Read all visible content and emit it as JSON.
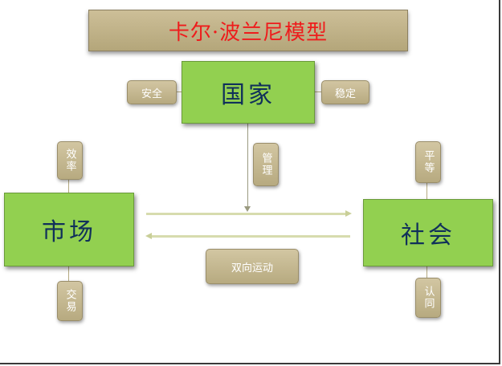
{
  "title": "卡尔·波兰尼模型",
  "nodes": {
    "state": "国家",
    "market": "市场",
    "society": "社会"
  },
  "tags": {
    "security": "安全",
    "stability": "稳定",
    "management": "管理",
    "efficiency": "效率",
    "trade": "交易",
    "equality": "平等",
    "recognition": "认同",
    "two_way": "双向运动"
  },
  "colors": {
    "title_text": "#ee1c1c",
    "node_fill": "#92d050",
    "tag_fill": "#c4b78e"
  }
}
